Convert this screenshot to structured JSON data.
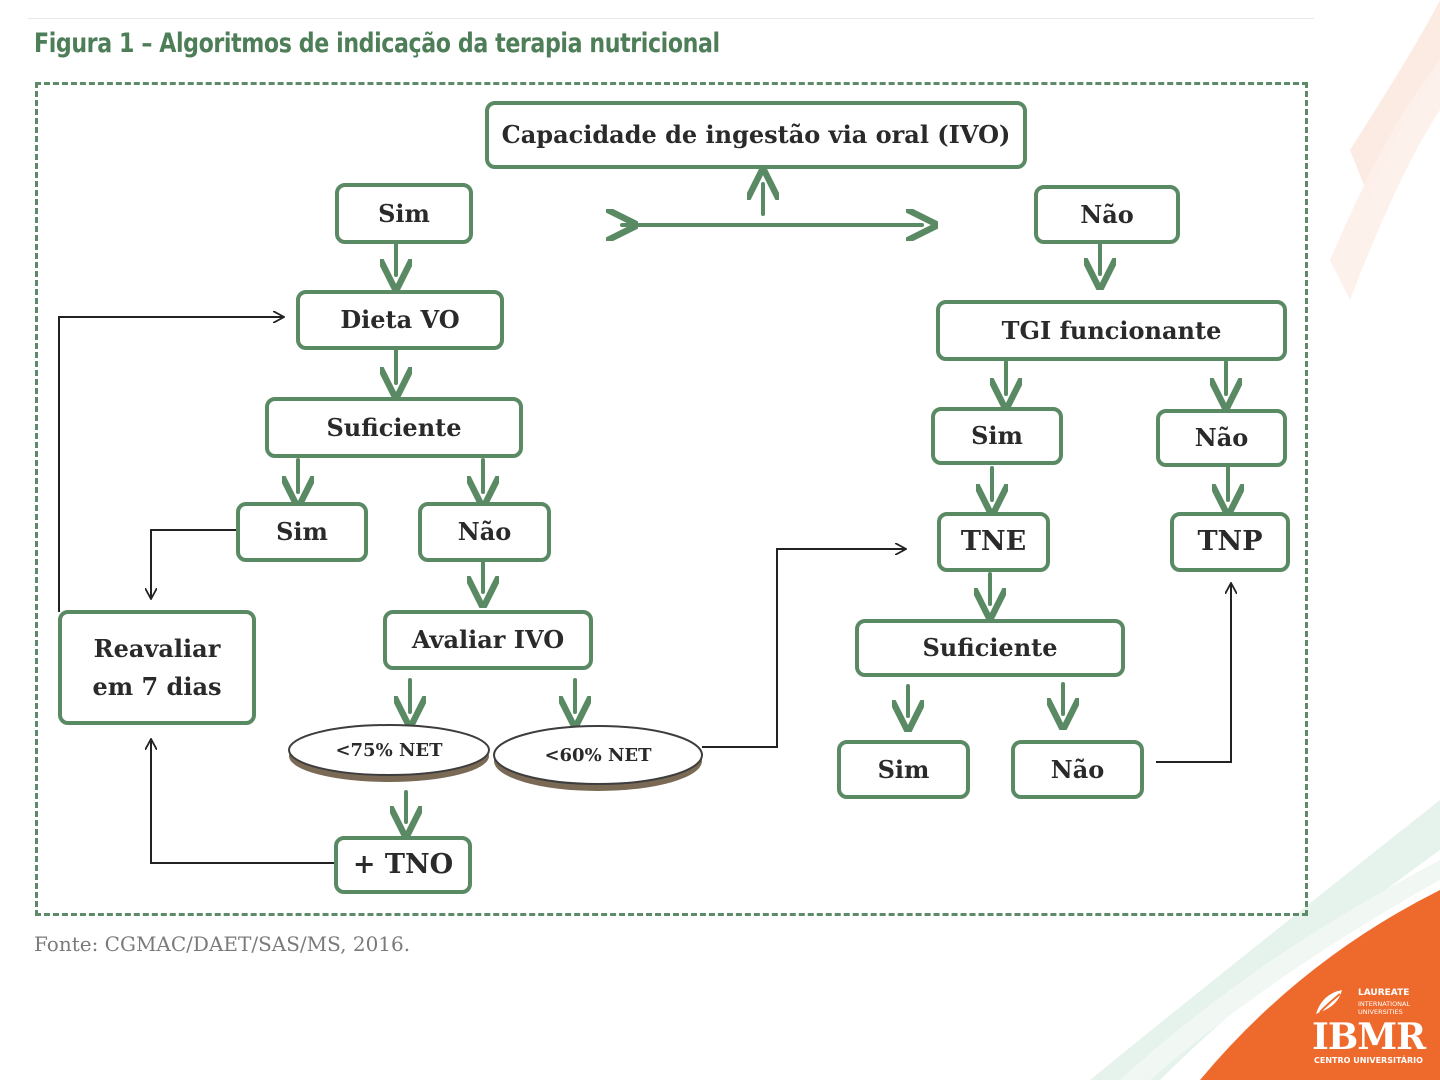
{
  "figure": {
    "title": "Figura 1 – Algoritmos de indicação da terapia nutricional",
    "source": "Fonte: CGMAC/DAET/SAS/MS, 2016."
  },
  "nodes": {
    "ivo": "Capacidade de ingestão via oral  (IVO)",
    "sim_left": "Sim",
    "nao_right": "Não",
    "dieta_vo": "Dieta VO",
    "suficiente_left": "Suficiente",
    "sim_suf_left": "Sim",
    "nao_suf_left": "Não",
    "reavaliar_line1": "Reavaliar",
    "reavaliar_line2": "em 7 dias",
    "avaliar_ivo": "Avaliar IVO",
    "net_75": "<75% NET",
    "net_60": "<60% NET",
    "tno": "+ TNO",
    "tgi": "TGI funcionante",
    "sim_tgi": "Sim",
    "nao_tgi": "Não",
    "tne": "TNE",
    "tnp": "TNP",
    "suficiente_right": "Suficiente",
    "sim_suf_right": "Sim",
    "nao_suf_right": "Não"
  },
  "logo": {
    "laureate": "LAUREATE",
    "laureate_sub": "INTERNATIONAL UNIVERSITIES",
    "ibmr": "IBMR",
    "centro": "CENTRO UNIVERSITÁRIO"
  },
  "colors": {
    "accent_green": "#5a8a64",
    "title_green": "#4d7e58",
    "brand_orange": "#ee6a2c"
  }
}
